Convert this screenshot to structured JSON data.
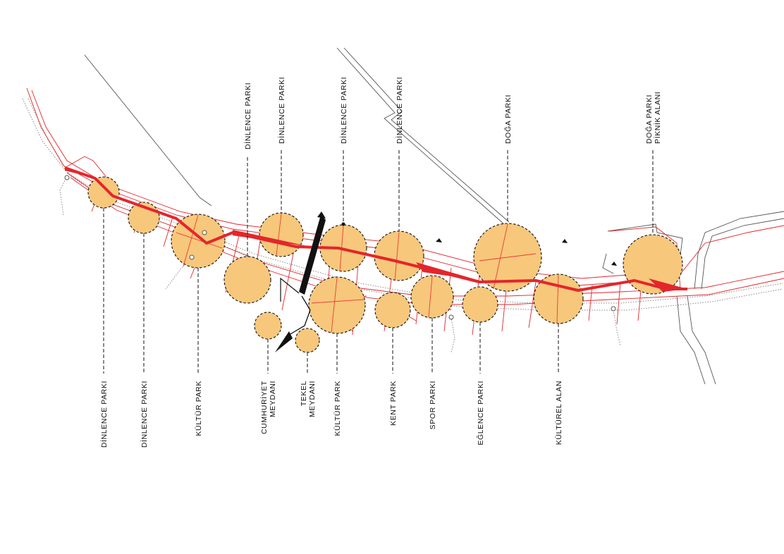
{
  "map": {
    "accent_color": "#e3262b",
    "zone_fill": "#f7c77b",
    "labels": {
      "top": {
        "t1": "DİNLENCE PARKI",
        "t2": "DİNLENCE PARKI",
        "t3": "DİNLENCE PARKI",
        "t4": "DİNLENCE PARKI",
        "t5": "DOĞA PARKI",
        "t6a": "DOĞA PARKI",
        "t6b": "PİKNİK ALANI"
      },
      "bottom": {
        "b1": "DİNLENCE PARKI",
        "b2": "DİNLENCE PARKI",
        "b3": "KÜLTÜR PARK",
        "b4a": "CUMHURİYET",
        "b4b": "MEYDANI",
        "b5a": "TEKEL",
        "b5b": "MEYDANI",
        "b6": "KÜLTÜR PARK",
        "b7": "KENT PARK",
        "b8": "SPOR PARKI",
        "b9": "EĞLENCE PARKI",
        "b10": "KÜLTÜREL ALAN"
      }
    }
  }
}
